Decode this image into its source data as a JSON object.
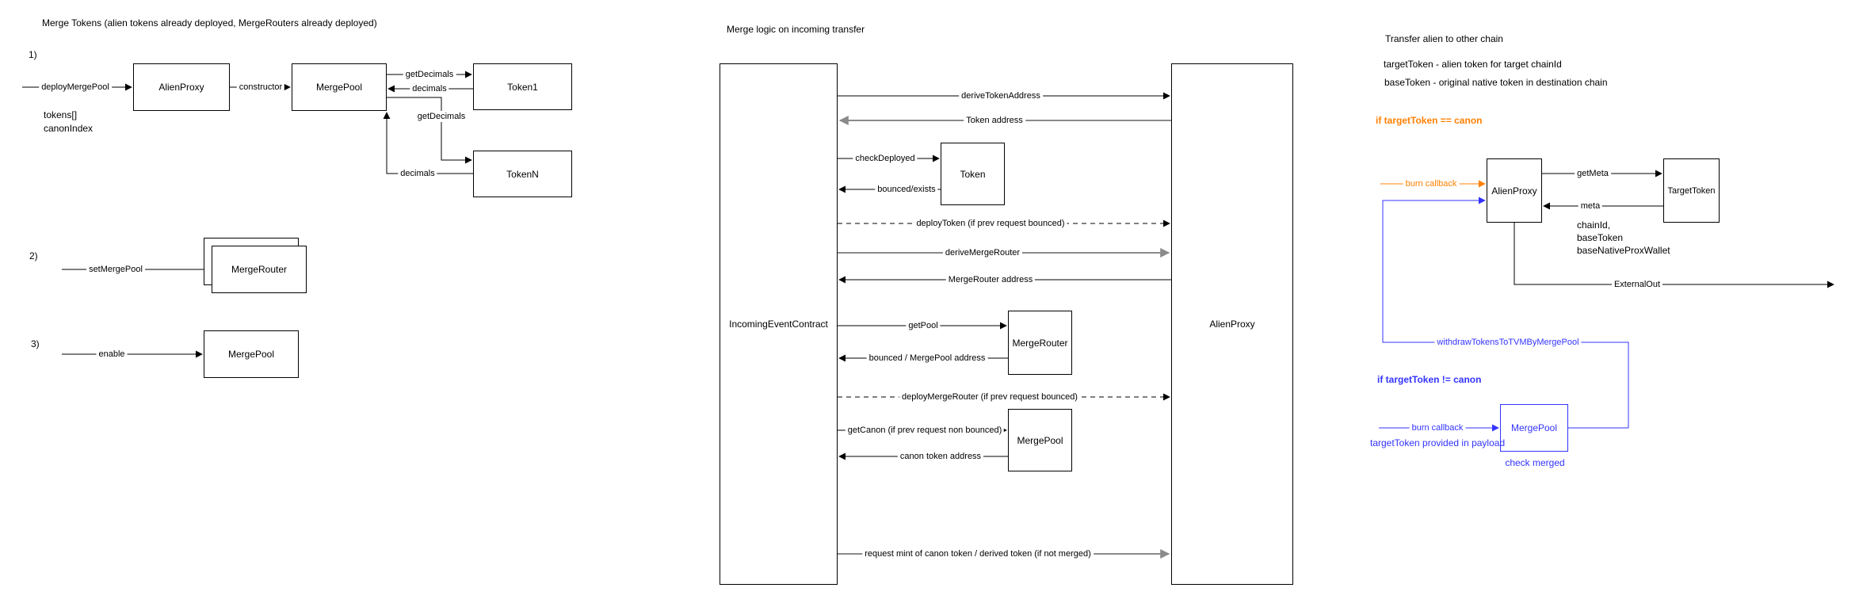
{
  "colors": {
    "orange": "#ff8000",
    "blue": "#3333ff",
    "black": "#000000",
    "gray": "#8a8a8a"
  },
  "left": {
    "title": "Merge Tokens (alien tokens already deployed, MergeRouters already deployed)",
    "step1": "1)",
    "step2": "2)",
    "step3": "3)",
    "note_line1": "tokens[]",
    "note_line2": "canonIndex",
    "arrows": {
      "deploy_merge_pool": "deployMergePool",
      "constructor": "constructor",
      "get_decimals_1": "getDecimals",
      "decimals_1": "decimals",
      "get_decimals_n": "getDecimals",
      "decimals_n": "decimals",
      "set_merge_pool": "setMergePool",
      "enable": "enable"
    },
    "boxes": {
      "alien_proxy": "AlienProxy",
      "merge_pool": "MergePool",
      "token_1": "Token1",
      "token_n": "TokenN",
      "merge_router": "MergeRouter",
      "merge_pool_3": "MergePool"
    }
  },
  "middle": {
    "title": "Merge logic on incoming transfer",
    "left_box": "IncomingEventContract",
    "right_box": "AlienProxy",
    "boxes": {
      "token": "Token",
      "merge_router": "MergeRouter",
      "merge_pool": "MergePool"
    },
    "messages": {
      "derive_token_address": "deriveTokenAddress",
      "token_address": "Token address",
      "check_deployed": "checkDeployed",
      "bounced_exists": "bounced/exists",
      "deploy_token": "deployToken (if prev request bounced)",
      "derive_merge_router": "deriveMergeRouter",
      "merge_router_address": "MergeRouter address",
      "get_pool": "getPool",
      "bounced_merge_pool_address": "bounced / MergePool address",
      "deploy_merge_router": "deployMergeRouter (if prev request bounced)",
      "get_canon": "getCanon (if prev request non bounced)",
      "canon_token_address": "canon token address",
      "request_mint": "request mint of canon token / derived token (if not merged)"
    }
  },
  "right": {
    "title": "Transfer alien to other chain",
    "target_token_note": "targetToken - alien token for target chainId",
    "base_token_note": "baseToken - original native token in destination chain",
    "cond_equal": "if targetToken == canon",
    "cond_not_equal": "if targetToken != canon",
    "burn_callback_orange": "burn callback",
    "burn_callback_blue": "burn callback",
    "boxes": {
      "alien_proxy": "AlienProxy",
      "target_token": "TargetToken",
      "merge_pool": "MergePool"
    },
    "get_meta": "getMeta",
    "meta": "meta",
    "meta_note_line1": "chainId,",
    "meta_note_line2": "baseToken",
    "meta_note_line3": "baseNativeProxWallet",
    "external_out": "ExternalOut",
    "withdraw": "withdrawTokensToTVMByMergePool",
    "payload_note": "targetToken provided in payload",
    "check_merged_note": "check merged"
  }
}
